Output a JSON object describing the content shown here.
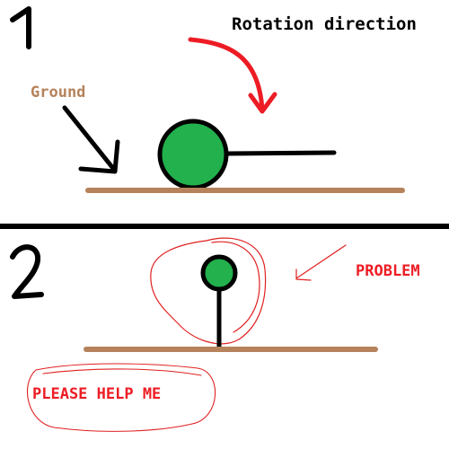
{
  "panel_1": {
    "number": "1",
    "rotation_label": "Rotation direction",
    "ground_label": "Ground"
  },
  "panel_2": {
    "number": "2",
    "problem_label": "PROBLEM",
    "help_label": "PLEASE HELP ME"
  },
  "colors": {
    "ground": "#b5825b",
    "ball_fill": "#22b14c",
    "arrow_red": "#ed1c24",
    "label_red": "#ed1c24",
    "outline_red": "#e02020",
    "ink": "#000000"
  }
}
